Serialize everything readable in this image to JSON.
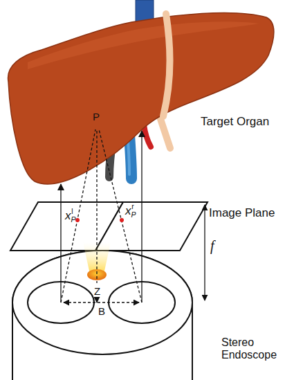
{
  "diagram": {
    "nodes": [
      {
        "text": [
          "Target Organ"
        ]
      },
      {
        "text": [
          "Stereo Endoscope"
        ]
      }
    ],
    "edges": [
      {
        "from": 1,
        "to": 0,
        "arrow": "to"
      },
      {
        "from": 1,
        "to": 0,
        "arrow": "to"
      }
    ],
    "labels": [
      "P",
      "xPl",
      "xPr",
      "Image Plane",
      "f",
      "Z",
      "B"
    ]
  }
}
